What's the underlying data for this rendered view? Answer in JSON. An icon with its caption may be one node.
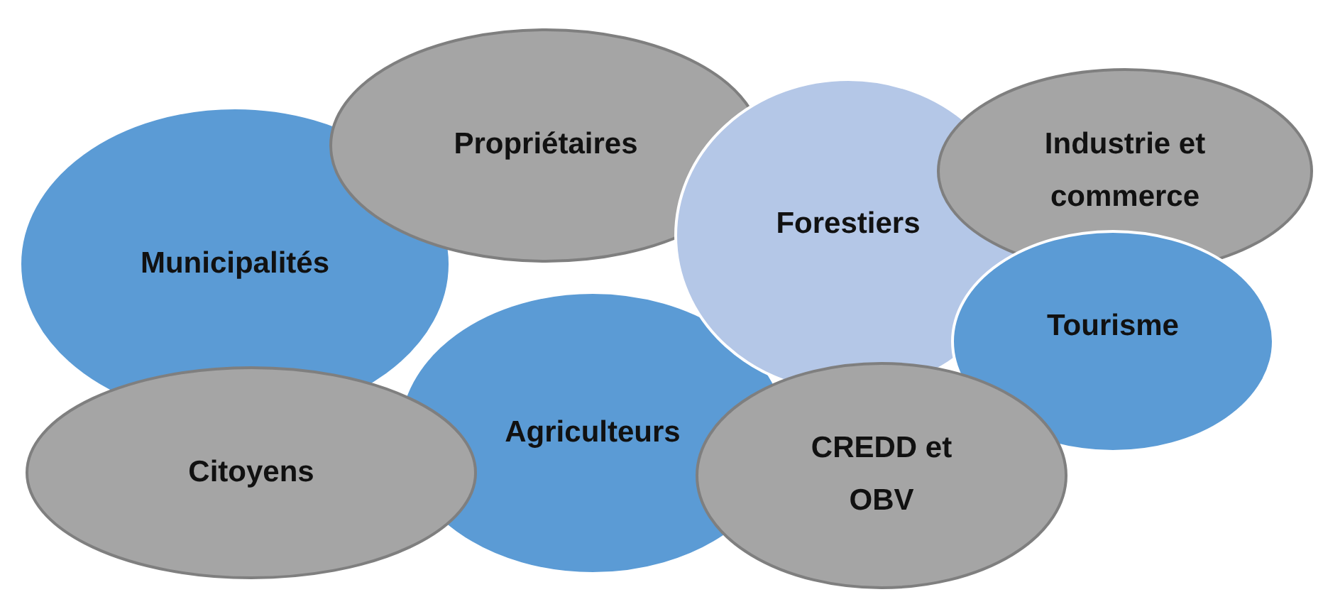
{
  "diagram": {
    "nodes": [
      {
        "text": [
          "Propriétaires"
        ]
      },
      {
        "text": [
          "Industrie et commerce"
        ]
      },
      {
        "text": [
          "Municipalités"
        ]
      },
      {
        "text": [
          "Forestiers"
        ]
      },
      {
        "text": [
          "Tourisme"
        ]
      },
      {
        "text": [
          "Agriculteurs"
        ]
      },
      {
        "text": [
          "CREDD et OBV"
        ]
      },
      {
        "text": [
          "Citoyens"
        ]
      }
    ]
  }
}
